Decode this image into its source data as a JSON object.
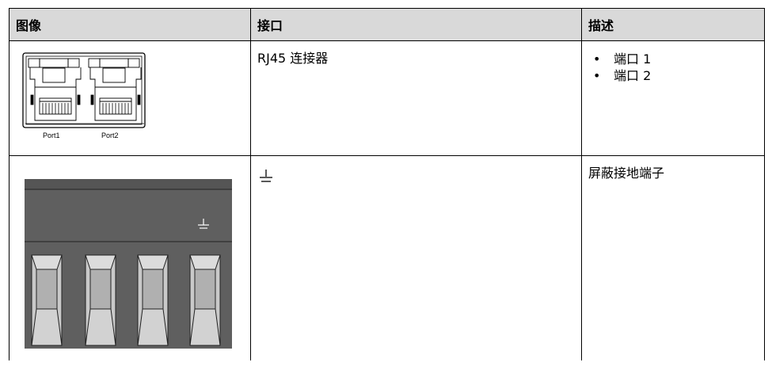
{
  "headers": [
    "图像",
    "接口",
    "描述"
  ],
  "rows": [
    {
      "interface": "RJ45 连接器",
      "description_items": [
        "端口 1",
        "端口 2"
      ],
      "image_labels": [
        "Port1",
        "Port2"
      ]
    },
    {
      "interface_icon": "ground-symbol-icon",
      "description": "屏蔽接地端子",
      "image_icon": "ground-symbol-icon"
    }
  ],
  "bullet": "•"
}
